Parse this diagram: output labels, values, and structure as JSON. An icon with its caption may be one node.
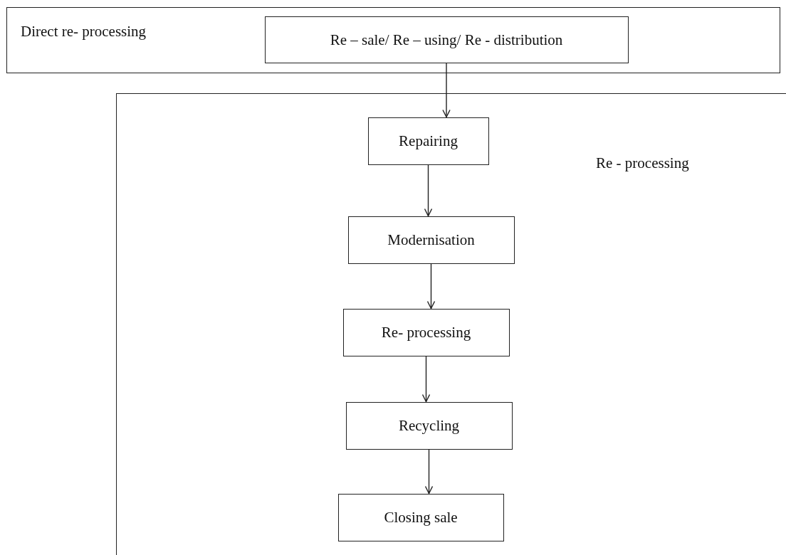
{
  "diagram": {
    "nodes": [
      {
        "text": [
          "Direct re- processing"
        ]
      },
      {
        "text": [
          "Re – sale/ Re – using/ Re - distribution"
        ],
        "in": 0
      },
      {
        "text": [
          "Re - processing"
        ]
      },
      {
        "text": [
          "Repairing"
        ],
        "in": 2
      },
      {
        "text": [
          "Modernisation"
        ],
        "in": 2
      },
      {
        "text": [
          "Re- processing"
        ],
        "in": 2
      },
      {
        "text": [
          "Recycling"
        ],
        "in": 2
      },
      {
        "text": [
          "Closing sale"
        ],
        "in": 2
      }
    ],
    "edges": [
      {
        "from": 1,
        "to": 3,
        "arrow": "to"
      },
      {
        "from": 3,
        "to": 4,
        "arrow": "to"
      },
      {
        "from": 4,
        "to": 5,
        "arrow": "to"
      },
      {
        "from": 5,
        "to": 6,
        "arrow": "to"
      },
      {
        "from": 6,
        "to": 7,
        "arrow": "to"
      }
    ]
  }
}
